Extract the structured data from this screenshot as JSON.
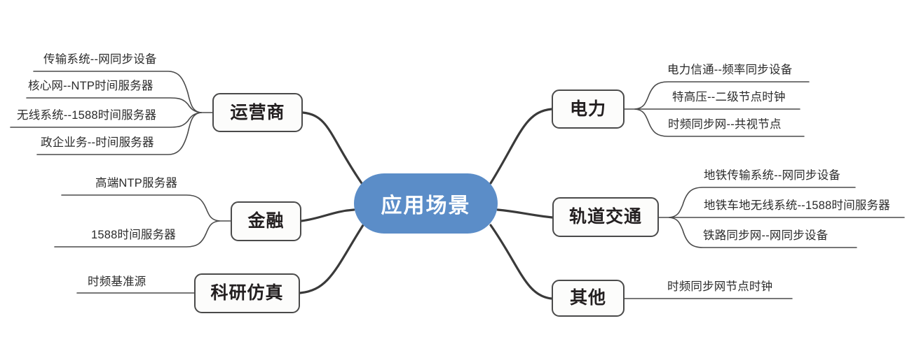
{
  "diagram": {
    "type": "mind-map",
    "title": "应用场景",
    "center": {
      "label": "应用场景",
      "color": "#5b8dc8",
      "text_color": "#ffffff"
    },
    "style": {
      "branch_color": "#3a3a3a",
      "leaf_line_color": "#4a4a4a",
      "node_border": "#4a4a4a",
      "node_fill": "#fcfcfb",
      "node_text": "#231f20",
      "background": "#ffffff"
    },
    "branches": [
      {
        "id": "operator",
        "label": "运营商",
        "side": "left",
        "leaves": [
          "传输系统--网同步设备",
          "核心网--NTP时间服务器",
          "无线系统--1588时间服务器",
          "政企业务--时间服务器"
        ]
      },
      {
        "id": "finance",
        "label": "金融",
        "side": "left",
        "leaves": [
          "高端NTP服务器",
          "1588时间服务器"
        ]
      },
      {
        "id": "research",
        "label": "科研仿真",
        "side": "left",
        "leaves": [
          "时频基准源"
        ]
      },
      {
        "id": "power",
        "label": "电力",
        "side": "right",
        "leaves": [
          "电力信通--频率同步设备",
          "特高压--二级节点时钟",
          "时频同步网--共视节点"
        ]
      },
      {
        "id": "rail-transit",
        "label": "轨道交通",
        "side": "right",
        "leaves": [
          "地铁传输系统--网同步设备",
          "地铁车地无线系统--1588时间服务器",
          "铁路同步网--网同步设备"
        ]
      },
      {
        "id": "other",
        "label": "其他",
        "side": "right",
        "leaves": [
          "时频同步网节点时钟"
        ]
      }
    ]
  }
}
